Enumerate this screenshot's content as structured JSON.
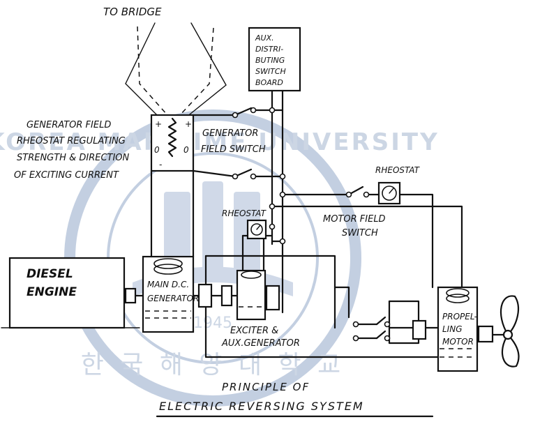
{
  "diagram": {
    "title_line1": "PRINCIPLE  OF",
    "title_line2": "ELECTRIC  REVERSING  SYSTEM",
    "to_bridge": "TO BRIDGE",
    "aux_board": [
      "AUX.",
      "DISTRI-",
      "BUTING",
      "SWITCH",
      "BOARD"
    ],
    "gen_field_rheostat": [
      "GENERATOR FIELD",
      "RHEOSTAT REGULATING",
      "STRENGTH & DIRECTION",
      "OF EXCITING CURRENT"
    ],
    "gen_field_switch": [
      "GENERATOR",
      "FIELD SWITCH"
    ],
    "rheostat_right": "RHEOSTAT",
    "rheostat_left": "RHEOSTAT",
    "motor_field_switch": [
      "MOTOR FIELD",
      "SWITCH"
    ],
    "diesel_engine": [
      "DIESEL",
      "ENGINE"
    ],
    "main_dc_generator": [
      "MAIN D.C.",
      "GENERATOR"
    ],
    "exciter": [
      "EXCITER &",
      "AUX.GENERATOR"
    ],
    "propelling_motor": [
      "PROPEL-",
      "LING",
      "MOTOR"
    ],
    "plus_sign": "+",
    "minus_sign": "-",
    "zero_sign": "0"
  },
  "watermark": {
    "arc_text": "KOREA MARITIME UNIVERSITY",
    "year": "1945",
    "korean": "한 국 해 양 대 학 교"
  }
}
